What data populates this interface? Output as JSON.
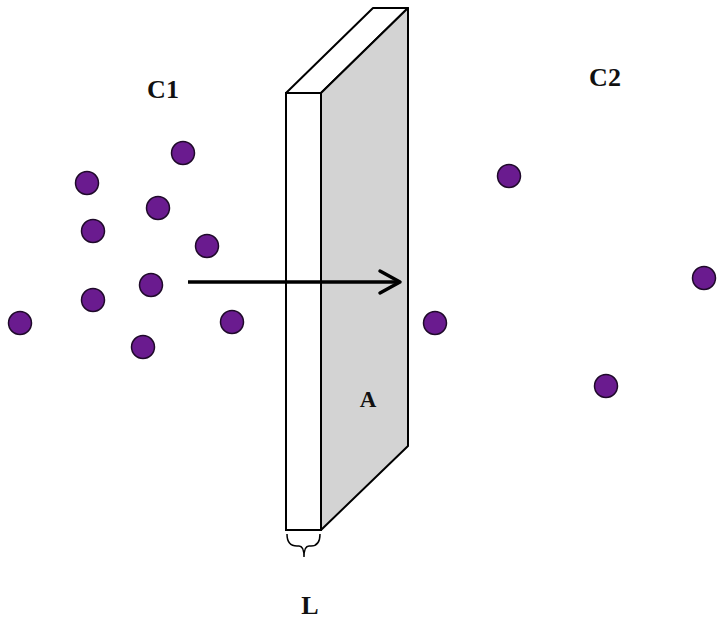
{
  "diagram": {
    "nodes": [
      {
        "text": [
          "A"
        ]
      }
    ],
    "labels": [
      "C1",
      "C2",
      "L"
    ]
  }
}
